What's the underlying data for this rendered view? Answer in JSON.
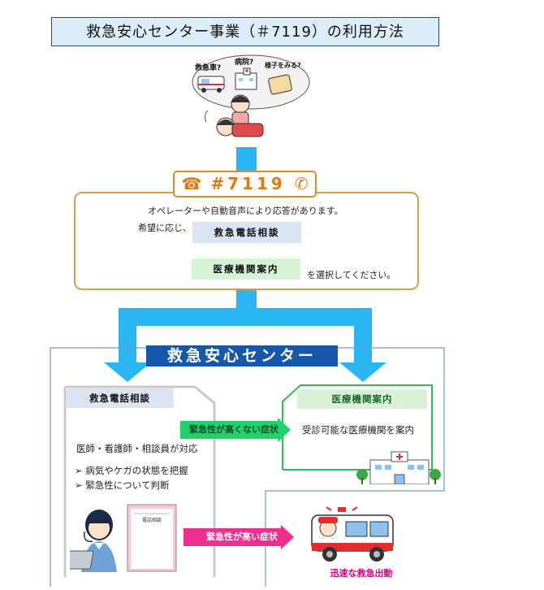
{
  "title": "救急安心センター事業（＃7119）の利用方法",
  "illustration_top": {
    "bubble_ambulance": "救急車?",
    "bubble_hospital": "病院?",
    "bubble_wait": "様子をみる?"
  },
  "phone_number": "#7119",
  "operator_box": {
    "line1": "オペレーターや自動音声により応答があります。",
    "line2_prefix": "希望に応じ、",
    "option_phone": "救急電話相談",
    "option_medical": "医療機関案内",
    "line3_suffix": "を選択してください。"
  },
  "center_label": "救急安心センター",
  "phone_consult": {
    "heading": "救急電話相談",
    "staff": "医師・看護師・相談員が対応",
    "bullet1": "病気やケガの状態を把握",
    "bullet2": "緊急性について判断",
    "doc_title": "電話相談"
  },
  "medical_guide": {
    "heading": "医療機関案内",
    "text": "受診可能な医療機関を案内"
  },
  "arrows": {
    "low_urgency": "緊急性が高くない症状",
    "high_urgency": "緊急性が高い症状"
  },
  "dispatch_label": "迅速な救急出動",
  "colors": {
    "arrow_blue": "#29b6f2",
    "center_blue": "#1558a9",
    "phone_orange": "#e07a10",
    "green_arrow": "#21d16a",
    "pink_arrow": "#ef2f8f"
  }
}
